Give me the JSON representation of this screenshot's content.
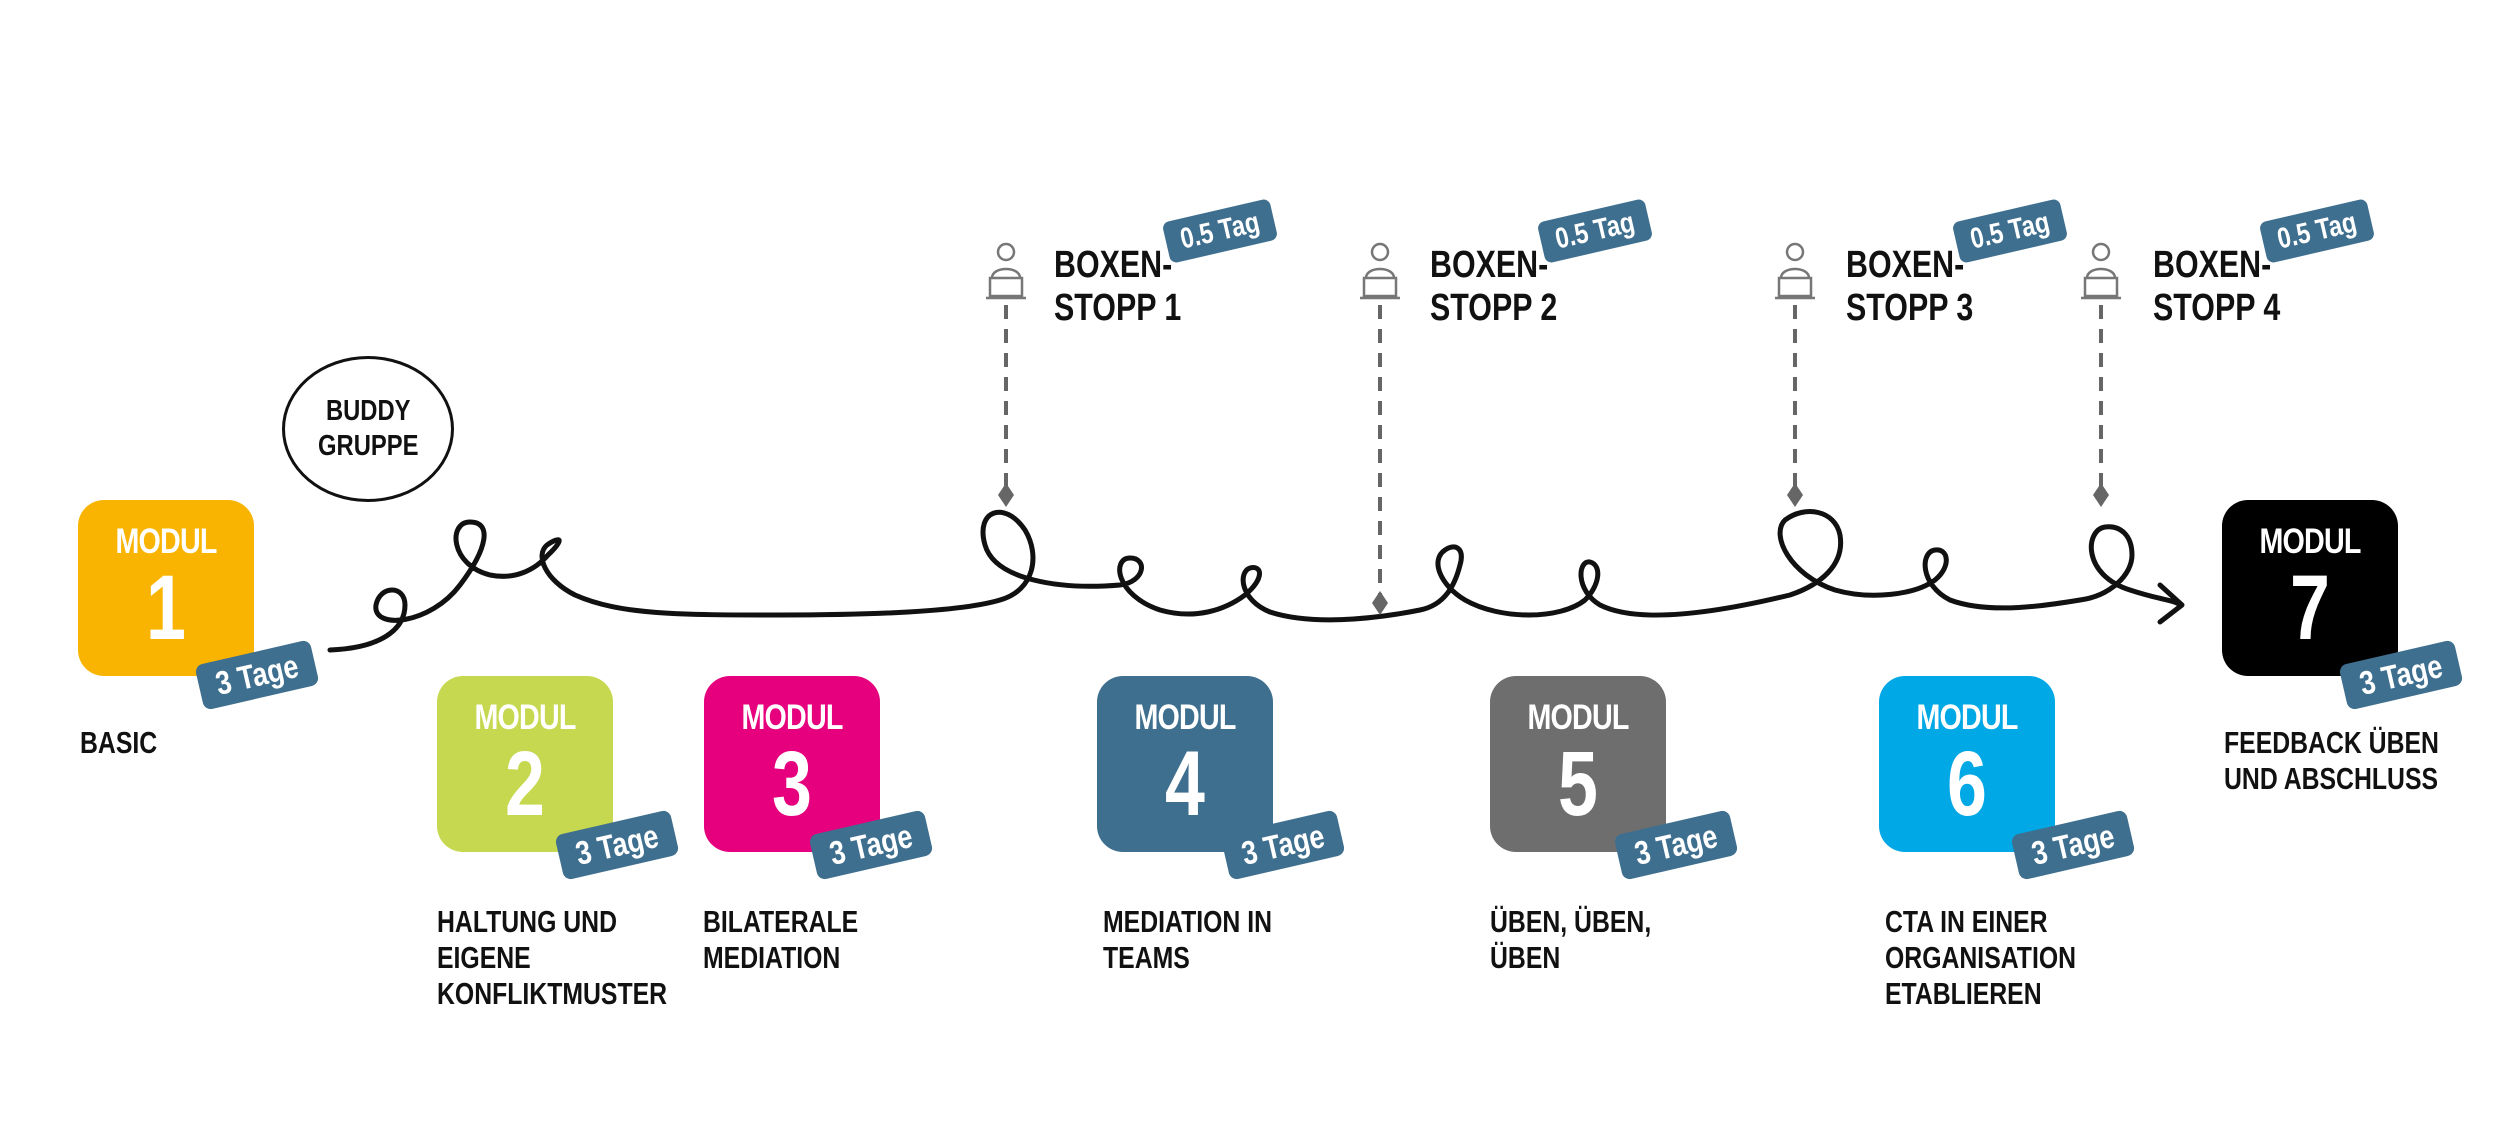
{
  "colors": {
    "module_1": "#f8b400",
    "module_2": "#c6d84f",
    "module_3": "#e6007e",
    "module_4": "#3f6f8f",
    "module_5": "#6e6e6e",
    "module_6": "#00a8e6",
    "module_7": "#000000",
    "badge": "#3f6f8f",
    "connector": "#666666",
    "path": "#111111"
  },
  "buddy_group": {
    "line1": "BUDDY",
    "line2": "GRUPPE"
  },
  "modules": [
    {
      "label": "MODUL",
      "number": "1",
      "duration": "3 Tage",
      "desc_lines": [
        "BASIC"
      ]
    },
    {
      "label": "MODUL",
      "number": "2",
      "duration": "3 Tage",
      "desc_lines": [
        "HALTUNG UND",
        "EIGENE",
        "KONFLIKTMUSTER"
      ]
    },
    {
      "label": "MODUL",
      "number": "3",
      "duration": "3 Tage",
      "desc_lines": [
        "BILATERALE",
        "MEDIATION"
      ]
    },
    {
      "label": "MODUL",
      "number": "4",
      "duration": "3 Tage",
      "desc_lines": [
        "MEDIATION IN",
        "TEAMS"
      ]
    },
    {
      "label": "MODUL",
      "number": "5",
      "duration": "3 Tage",
      "desc_lines": [
        "ÜBEN, ÜBEN,",
        "ÜBEN"
      ]
    },
    {
      "label": "MODUL",
      "number": "6",
      "duration": "3 Tage",
      "desc_lines": [
        "CTA IN EINER",
        "ORGANISATION",
        "ETABLIEREN"
      ]
    },
    {
      "label": "MODUL",
      "number": "7",
      "duration": "3 Tage",
      "desc_lines": [
        "FEEDBACK ÜBEN",
        "UND ABSCHLUSS"
      ]
    }
  ],
  "pit_stops": [
    {
      "line1": "BOXEN-",
      "line2": "STOPP 1",
      "duration": "0.5 Tag"
    },
    {
      "line1": "BOXEN-",
      "line2": "STOPP 2",
      "duration": "0.5 Tag"
    },
    {
      "line1": "BOXEN-",
      "line2": "STOPP 3",
      "duration": "0.5 Tag"
    },
    {
      "line1": "BOXEN-",
      "line2": "STOPP 4",
      "duration": "0.5 Tag"
    }
  ]
}
